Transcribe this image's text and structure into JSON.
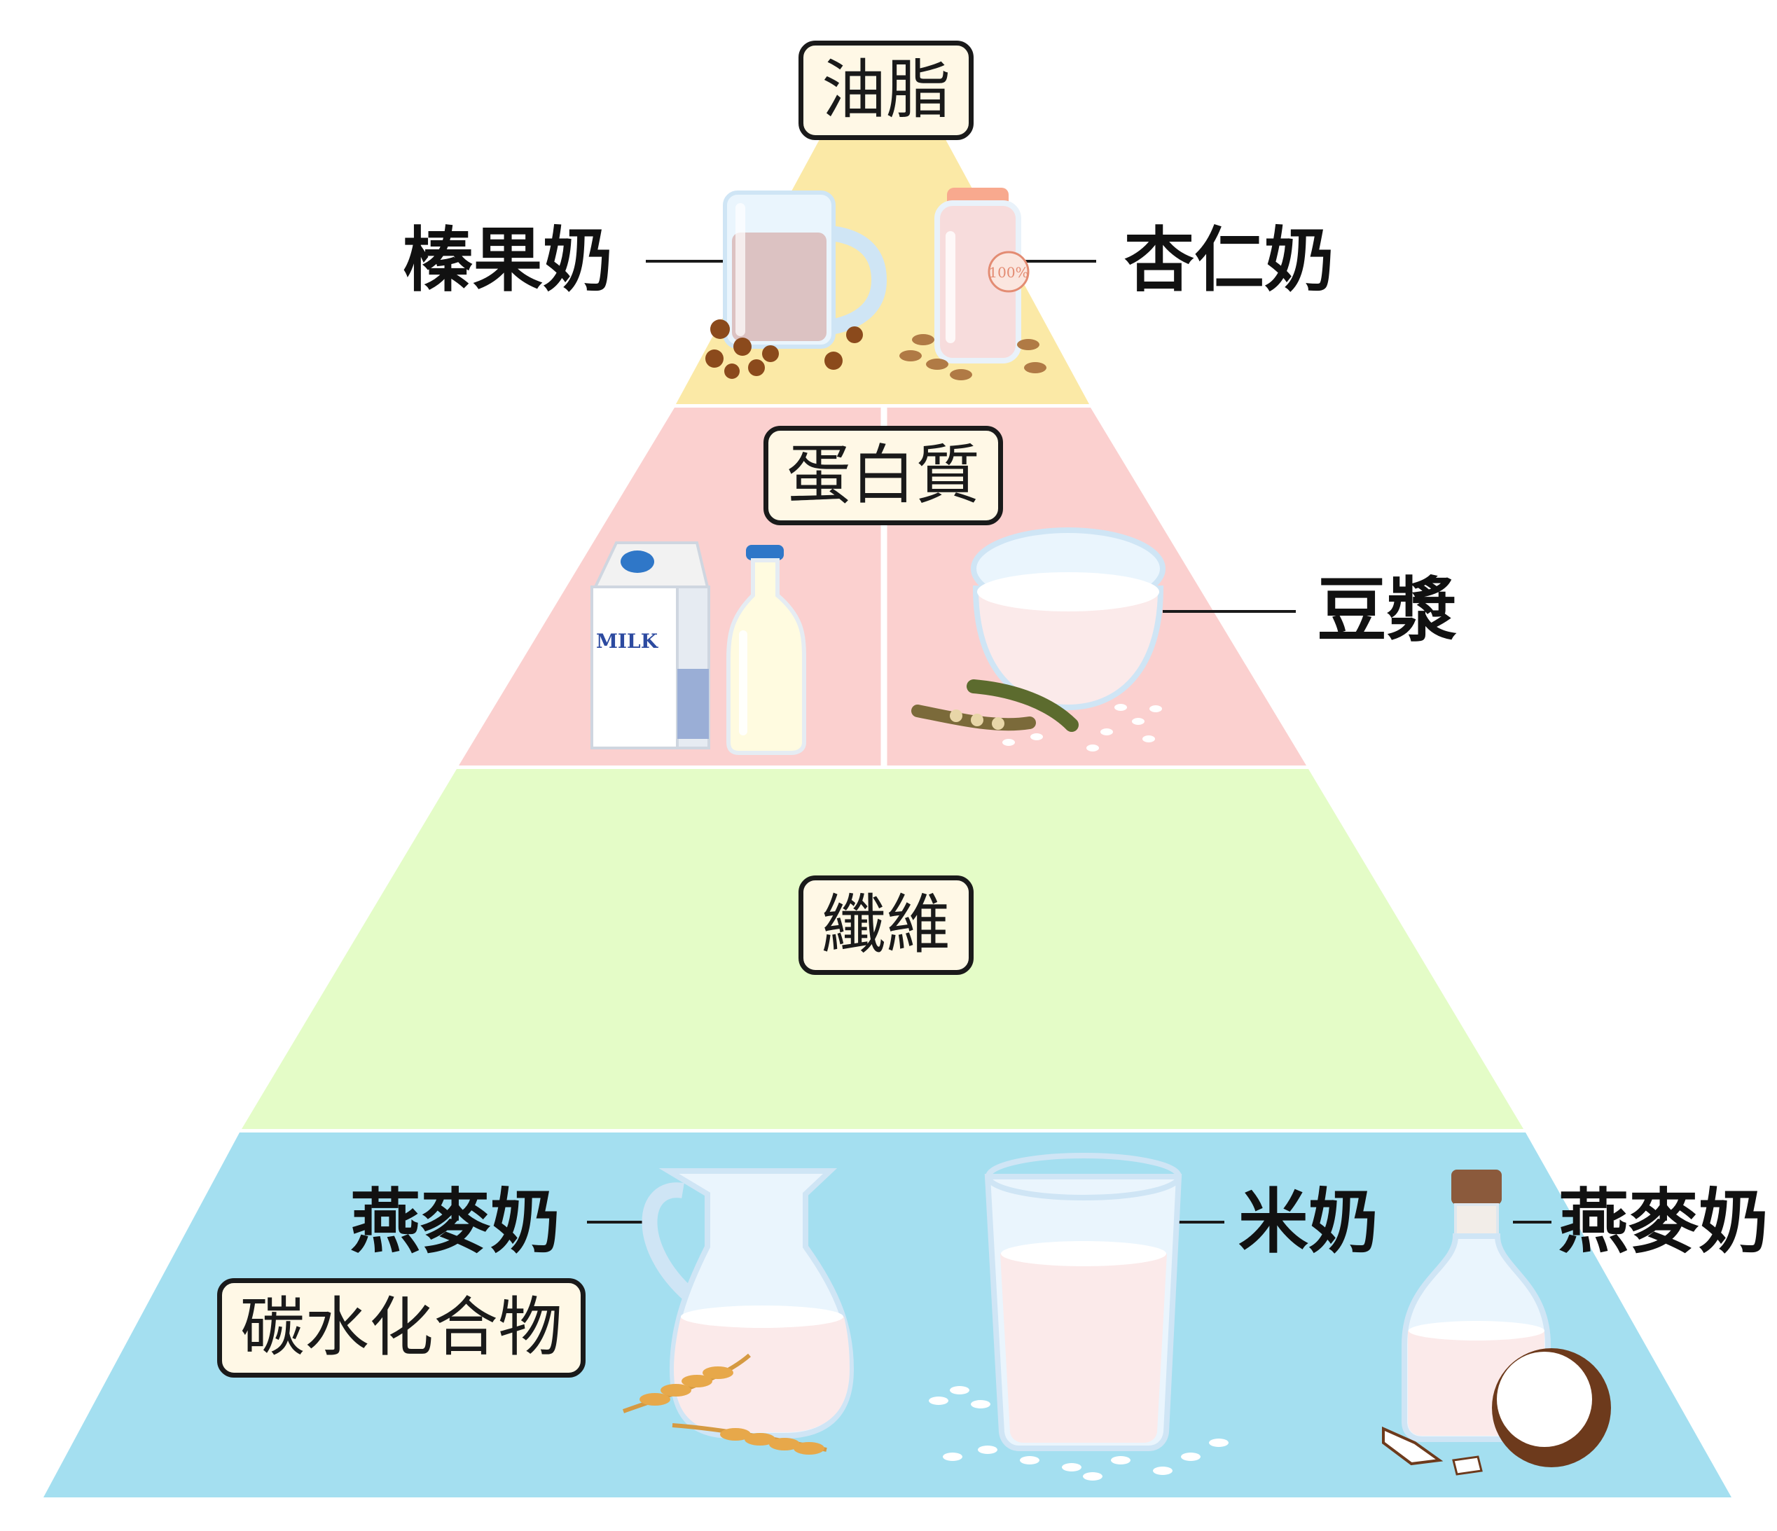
{
  "tiers": {
    "oil": {
      "label": "油脂",
      "color": "#fbe9a6"
    },
    "protein": {
      "label": "蛋白質",
      "color": "#fbd0cf"
    },
    "fiber": {
      "label": "纖維",
      "color": "#e4fcc7"
    },
    "carb": {
      "label": "碳水化合物",
      "color": "#a4dff0"
    }
  },
  "items": {
    "hazelnut_milk": "榛果奶",
    "almond_milk": "杏仁奶",
    "soy_milk": "豆漿",
    "oat_milk_left": "燕麥奶",
    "rice_milk": "米奶",
    "oat_milk_right": "燕麥奶"
  },
  "illustration_text": {
    "milk_carton": "MILK",
    "bottle_tag": "100%"
  }
}
